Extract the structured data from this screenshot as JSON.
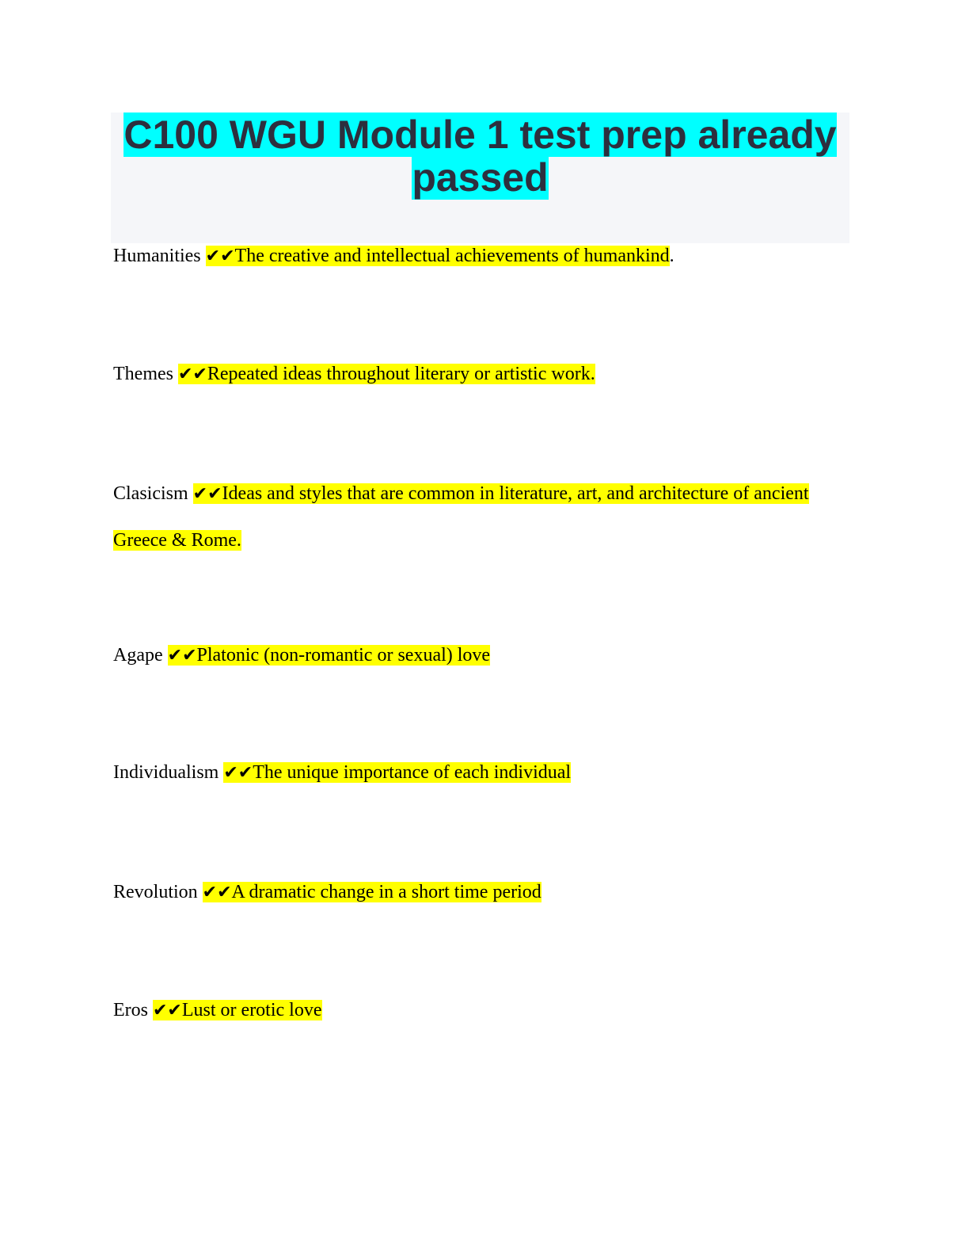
{
  "document": {
    "title": "C100 WGU Module 1 test prep already passed",
    "highlight_colors": {
      "title": "#00ffff",
      "definition": "#ffff00"
    },
    "check_mark": "✔✔",
    "entries": [
      {
        "term": "Humanities",
        "definition": "The creative and intellectual achievements of humankind",
        "suffix": "."
      },
      {
        "term": "Themes",
        "definition": "Repeated ideas throughout literary or artistic work.",
        "suffix": ""
      },
      {
        "term": "Clasicism",
        "definition": "Ideas and styles that are common in literature, art, and architecture of ancient",
        "definition_cont": "Greece & Rome.",
        "suffix": ""
      },
      {
        "term": "Agape",
        "definition": "Platonic (non-romantic or sexual) love",
        "suffix": ""
      },
      {
        "term": "Individualism",
        "definition": "The unique importance of each individual",
        "suffix": ""
      },
      {
        "term": "Revolution",
        "definition": "A dramatic change in a short time period",
        "suffix": ""
      },
      {
        "term": "Eros",
        "definition": "Lust or erotic love",
        "suffix": ""
      }
    ]
  }
}
